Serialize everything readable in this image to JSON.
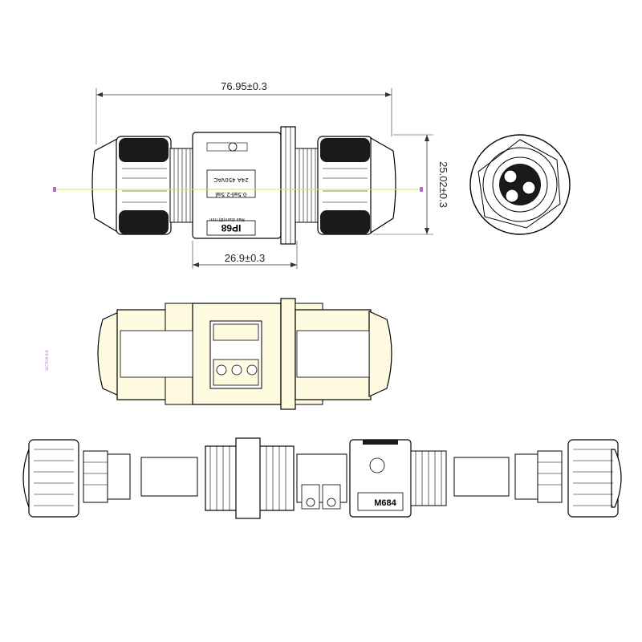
{
  "dimensions": {
    "overall_length": "76.95±0.3",
    "diameter": "25.02±0.3",
    "center_body_length": "26.9±0.3"
  },
  "body_markings": {
    "rating": "24A 450VAC",
    "wire_range": "0.5㎟-2.5㎟",
    "ip_rating": "IP68",
    "max_diameter": "Max diam(Ø) mm",
    "model": "M684"
  },
  "section_label": "SECTION B-B",
  "colors": {
    "outline": "#000000",
    "centerline": "#e6e23a",
    "dimension_line": "#333333",
    "section_marker": "#b36bd1",
    "rubber_dark": "#1a1a1a"
  }
}
